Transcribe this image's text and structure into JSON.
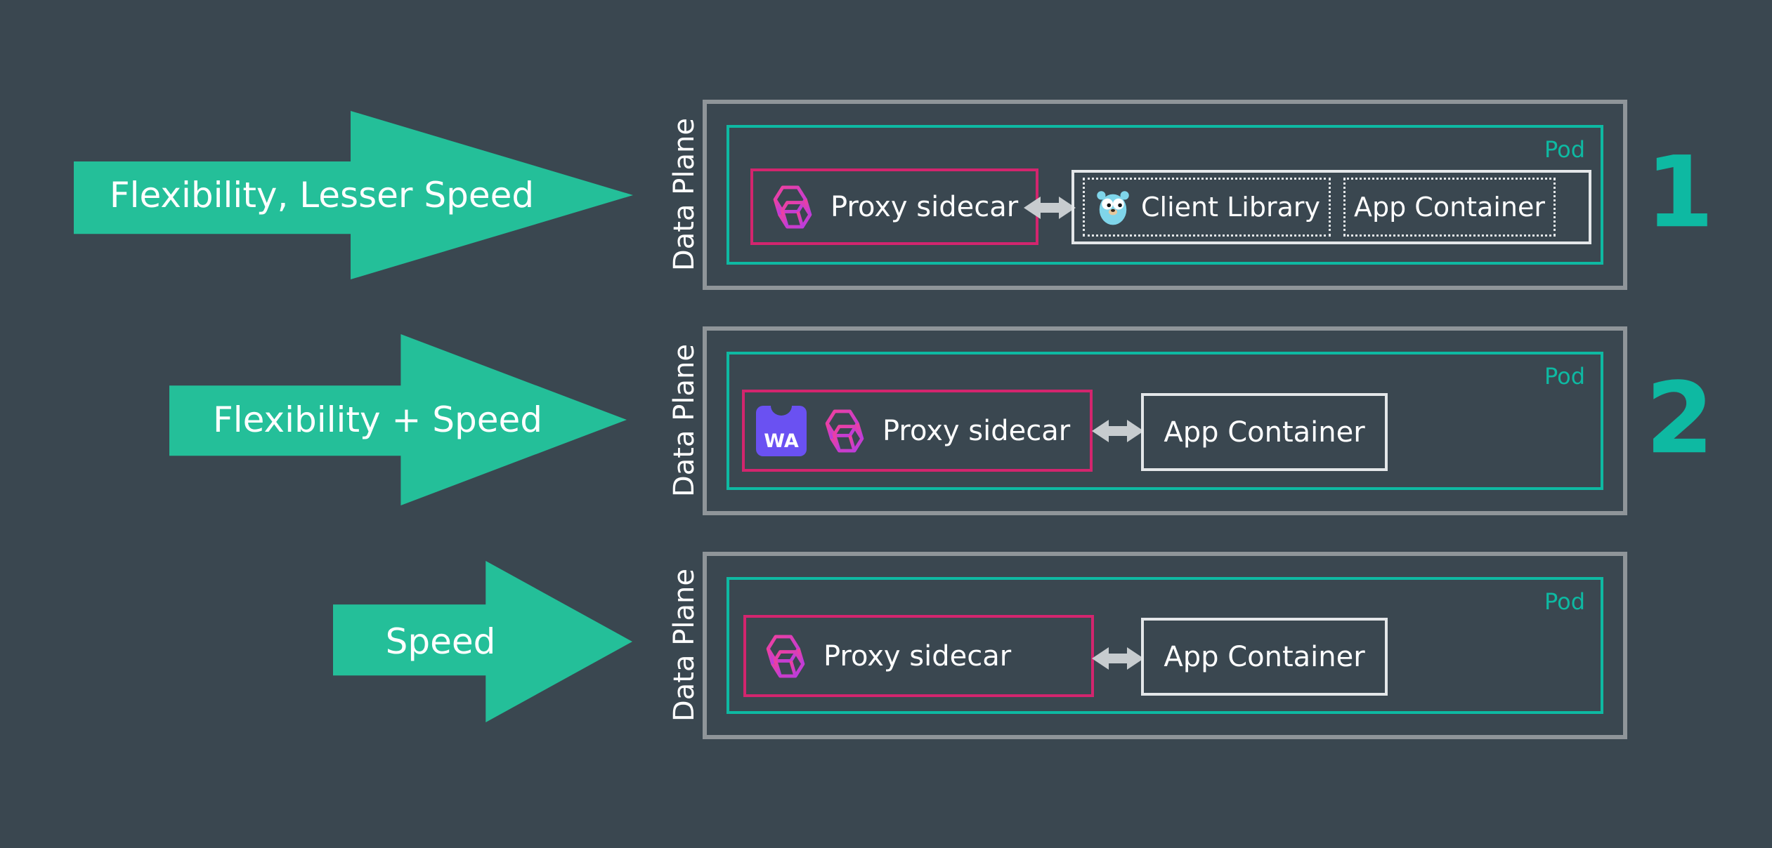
{
  "colors": {
    "background": "#3a4750",
    "arrow_fill": "#24bf99",
    "teal": "#0eb9a2",
    "pink": "#d3256e",
    "outer_border": "#8f9599",
    "box_border": "#e4e7e9",
    "double_arrow": "#c7cccf",
    "wasm_purple": "#6a51f2",
    "text": "#ffffff"
  },
  "icons": {
    "proxy_icon": "hexagon-mesh-icon",
    "client_library_icon": "go-gopher-icon",
    "wasm_icon": "webassembly-icon",
    "connector_icon": "bidirectional-arrow-icon"
  },
  "rows": [
    {
      "arrow_label": "Flexibility, Lesser Speed",
      "data_plane_label": "Data Plane",
      "pod_label": "Pod",
      "proxy_label": "Proxy sidecar",
      "client_library_label": "Client Library",
      "app_container_label": "App Container",
      "number": "1"
    },
    {
      "arrow_label": "Flexibility + Speed",
      "data_plane_label": "Data Plane",
      "pod_label": "Pod",
      "wasm_badge": "WA",
      "proxy_label": "Proxy sidecar",
      "app_container_label": "App Container",
      "number": "2"
    },
    {
      "arrow_label": "Speed",
      "data_plane_label": "Data Plane",
      "pod_label": "Pod",
      "proxy_label": "Proxy sidecar",
      "app_container_label": "App Container",
      "number": ""
    }
  ]
}
